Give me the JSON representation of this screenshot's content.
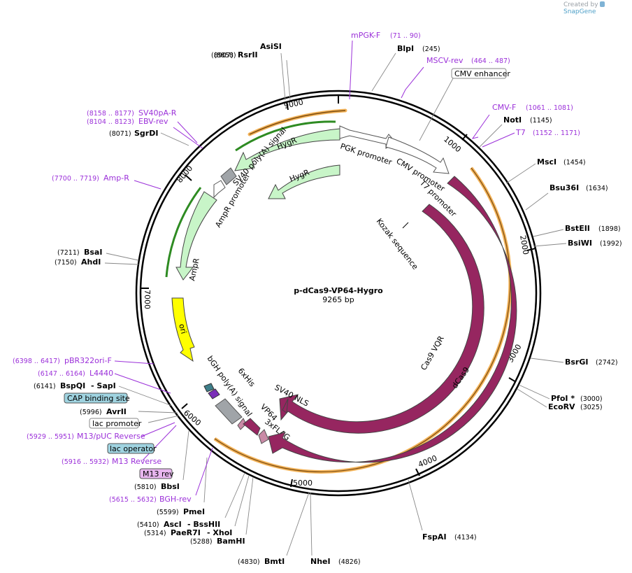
{
  "created_by": "Created by",
  "brand": "SnapGene",
  "plasmid": {
    "name": "p-dCas9-VP64-Hygro",
    "size": "9265 bp"
  },
  "ticks": [
    "1000",
    "2000",
    "3000",
    "4000",
    "5000",
    "6000",
    "7000",
    "8000",
    "9000"
  ],
  "features": {
    "hygr_outer": "HygR",
    "hygr_inner": "HygR",
    "pgk": "PGK promoter",
    "cmv_promoter": "CMV promoter",
    "t7_promoter": "T7 promoter",
    "sv40pa": "SV40 poly(A) signal",
    "ampr_promoter": "AmpR promoter",
    "ampr": "AmpR",
    "ori": "ori",
    "bgh": "bGH poly(A) signal",
    "his": "6xHis",
    "vp64": "VP64",
    "flag": "3xFLAG",
    "sv40nls": "SV40 NLS",
    "cas9vqr": "Cas9 VQR",
    "dcas9": "dCas9",
    "kozak": "Kozak sequence"
  },
  "sites": {
    "asisi": {
      "name": "AsiSI",
      "pos": "(8907)"
    },
    "rsrii": {
      "name": "RsrII",
      "pos": "(8858)"
    },
    "blpi": {
      "name": "BlpI",
      "pos": "(245)"
    },
    "noti": {
      "name": "NotI",
      "pos": "(1145)"
    },
    "msci": {
      "name": "MscI",
      "pos": "(1454)"
    },
    "bsu36i": {
      "name": "Bsu36I",
      "pos": "(1634)"
    },
    "bsteii": {
      "name": "BstEII",
      "pos": "(1898)"
    },
    "bsiwi": {
      "name": "BsiWI",
      "pos": "(1992)"
    },
    "bsrgi": {
      "name": "BsrGI",
      "pos": "(2742)"
    },
    "pfoi": {
      "name": "PfoI *",
      "pos": "(3000)"
    },
    "ecorv": {
      "name": "EcoRV",
      "pos": "(3025)"
    },
    "fspai": {
      "name": "FspAI",
      "pos": "(4134)"
    },
    "nhei": {
      "name": "NheI",
      "pos": "(4826)"
    },
    "bmti": {
      "name": "BmtI",
      "pos": "(4830)"
    },
    "bamhi": {
      "name": "BamHI",
      "pos": "(5288)"
    },
    "paer7i": {
      "name": "PaeR7I",
      "pos": "(5314)",
      "extra": "- XhoI"
    },
    "asci": {
      "name": "AscI",
      "pos": "(5410)",
      "extra": "- BssHII"
    },
    "pmei": {
      "name": "PmeI",
      "pos": "(5599)"
    },
    "bbsi": {
      "name": "BbsI",
      "pos": "(5810)"
    },
    "avrii": {
      "name": "AvrII",
      "pos": "(5996)"
    },
    "bspqi": {
      "name": "BspQI",
      "pos": "(6141)",
      "extra": "- SapI"
    },
    "ahdi": {
      "name": "AhdI",
      "pos": "(7150)"
    },
    "bsai": {
      "name": "BsaI",
      "pos": "(7211)"
    },
    "sgrdi": {
      "name": "SgrDI",
      "pos": "(8071)"
    }
  },
  "primers": {
    "mpgk": {
      "name": "mPGK-F",
      "pos": "(71 .. 90)"
    },
    "msciv": {
      "name": "MSCV-rev",
      "pos": "(464 .. 487)"
    },
    "cmvf": {
      "name": "CMV-F",
      "pos": "(1061 .. 1081)"
    },
    "t7": {
      "name": "T7",
      "pos": "(1152 .. 1171)"
    },
    "sv40pa": {
      "name": "SV40pA-R",
      "pos": "(8158 .. 8177)"
    },
    "ebv": {
      "name": "EBV-rev",
      "pos": "(8104 .. 8123)"
    },
    "ampr": {
      "name": "Amp-R",
      "pos": "(7700 .. 7719)"
    },
    "pbr322": {
      "name": "pBR322ori-F",
      "pos": "(6398 .. 6417)"
    },
    "l4440": {
      "name": "L4440",
      "pos": "(6147 .. 6164)"
    },
    "m13puc": {
      "name": "M13/pUC Reverse",
      "pos": "(5929 .. 5951)"
    },
    "m13rev": {
      "name": "M13 Reverse",
      "pos": "(5916 .. 5932)"
    },
    "bgh": {
      "name": "BGH-rev",
      "pos": "(5615 .. 5632)"
    }
  },
  "boxes": {
    "cmv_enhancer": "CMV enhancer",
    "cap": "CAP binding site",
    "lac_promoter": "lac promoter",
    "lac_operator": "lac operator",
    "m13_rev": "M13 rev"
  },
  "colors": {
    "cas9": "#962660",
    "hygr": "#c8f5c8",
    "ori": "#ffff00",
    "grey": "#a0a4a8",
    "primer": "#9b30d9",
    "orange": "#f0a030",
    "green": "#2e8b22",
    "badge": "#9fd3e0",
    "flag": "#c98aa6"
  }
}
